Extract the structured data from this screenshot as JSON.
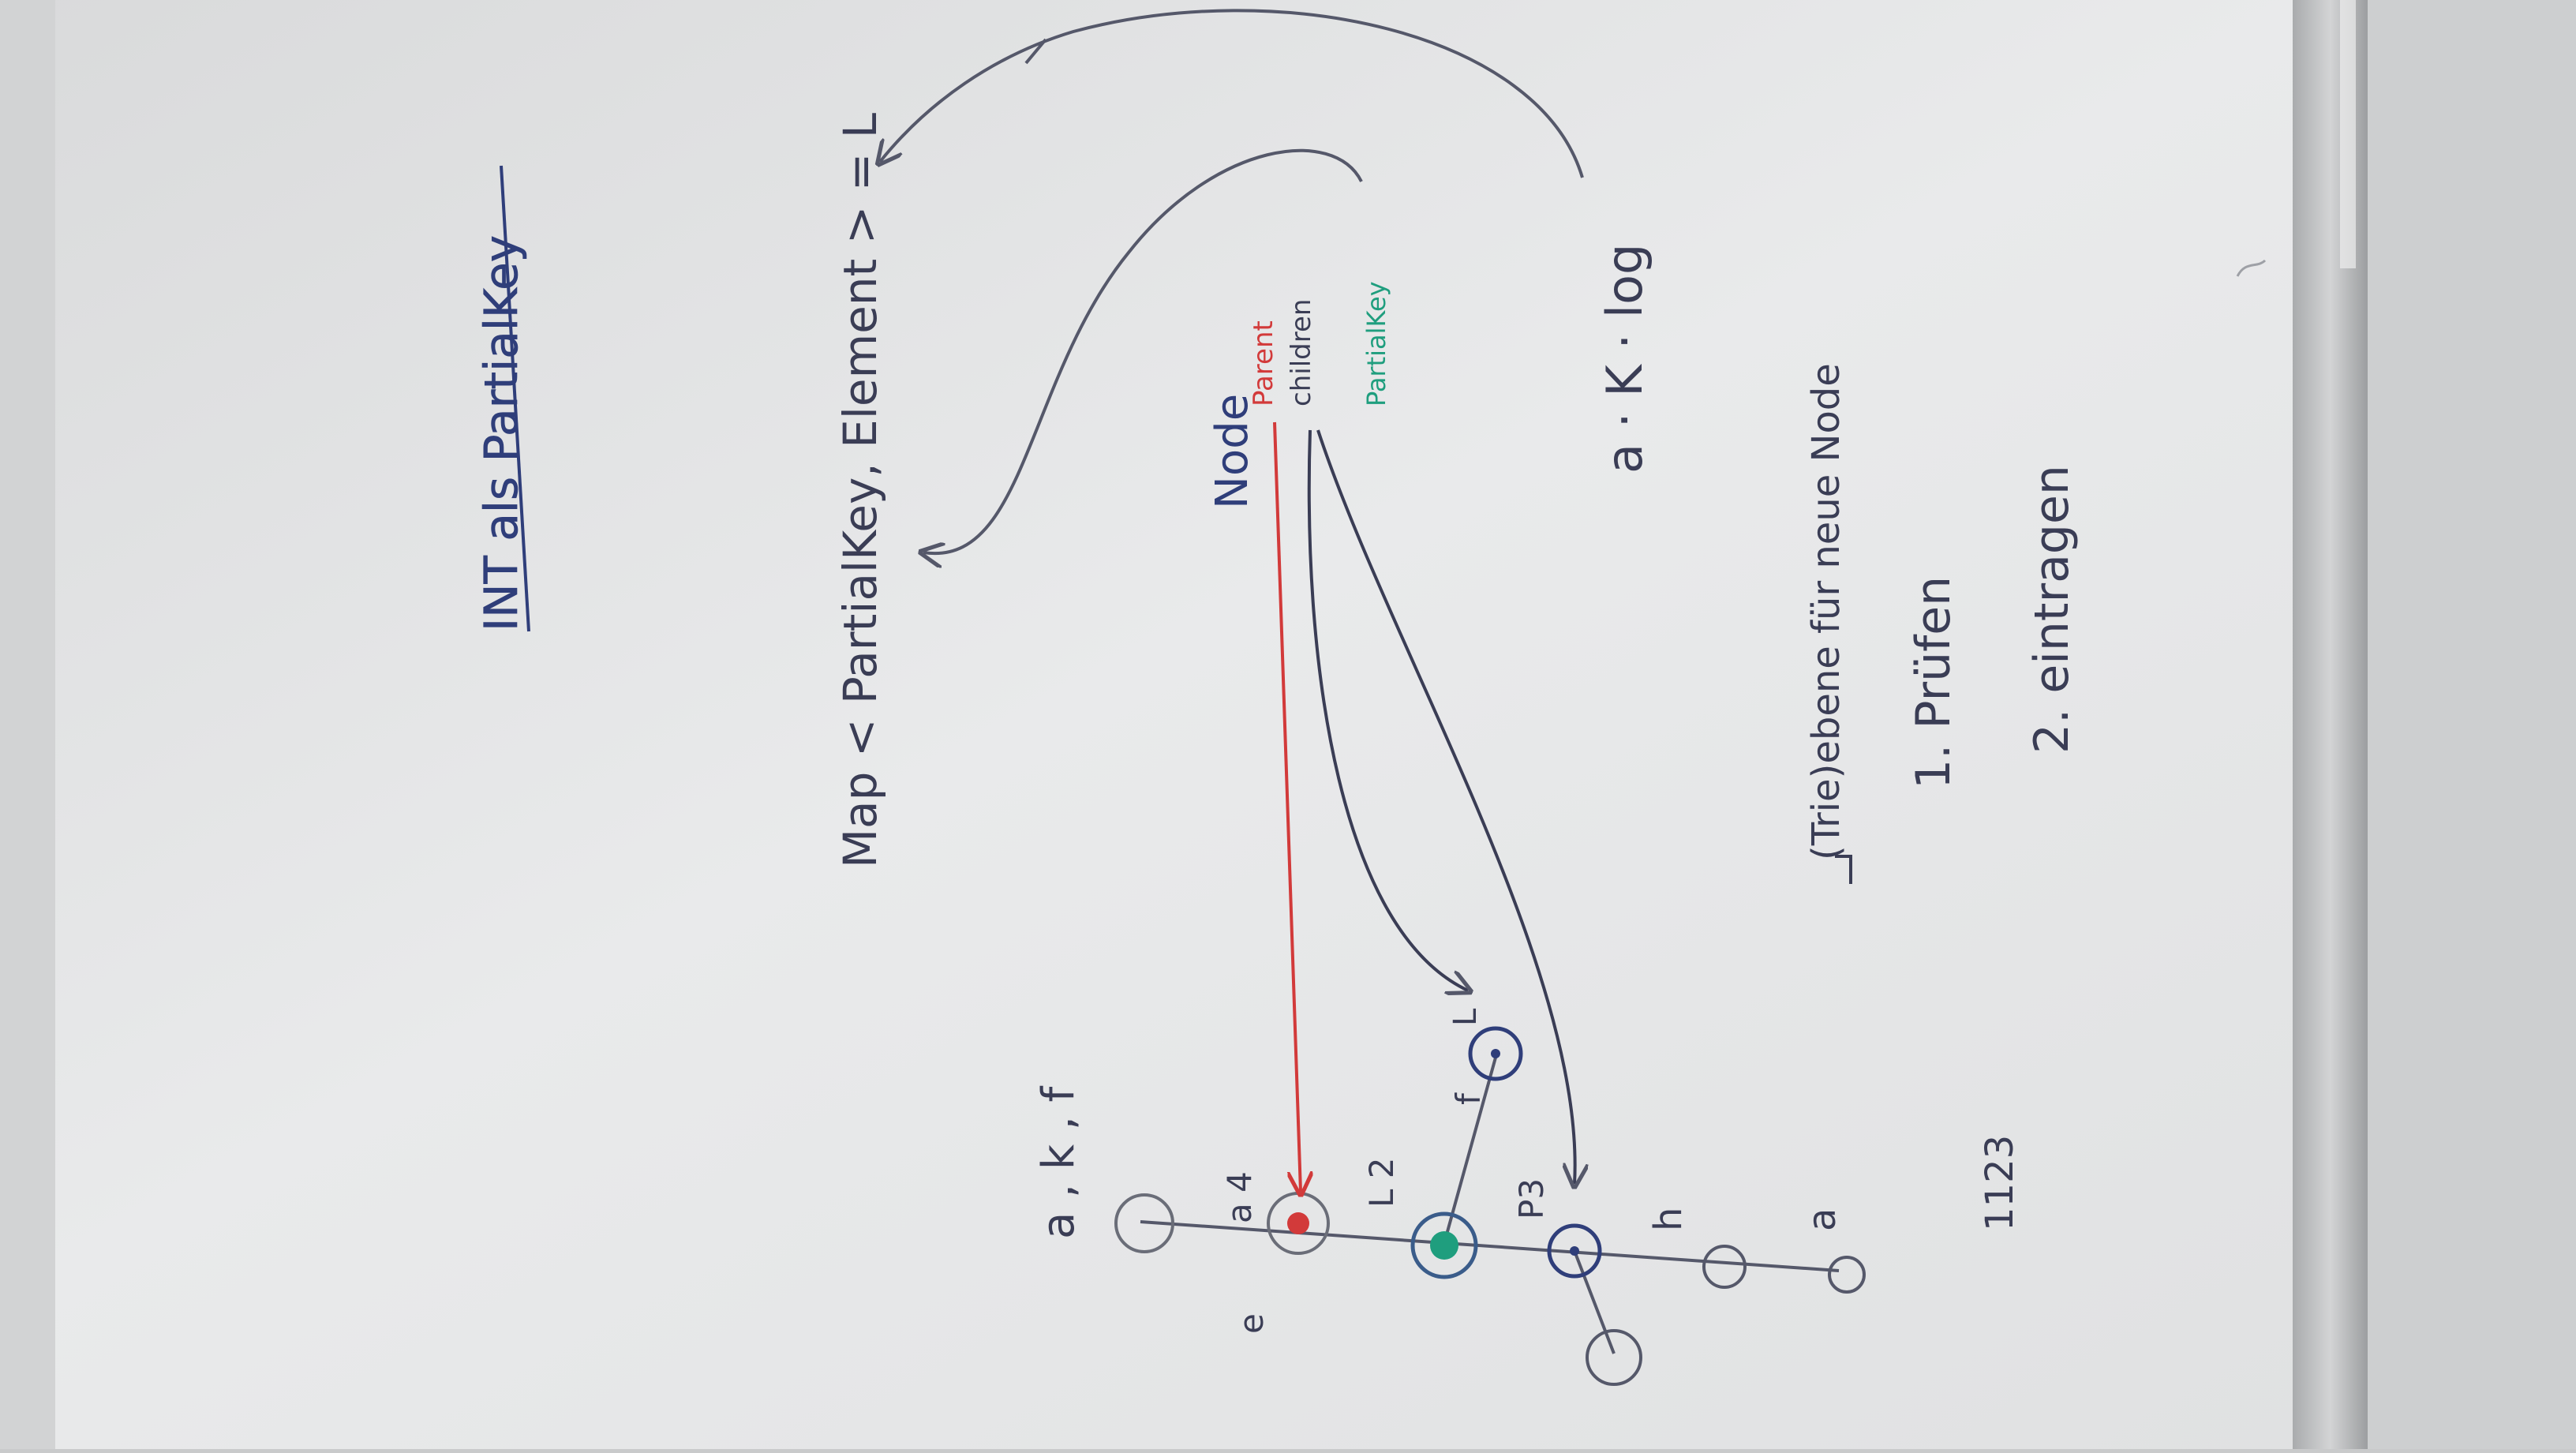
{
  "colors": {
    "board": "#e6e7e8",
    "frame": "#b8babc",
    "ink_blue": "#2f3e7a",
    "ink_dark": "#3a3d55",
    "ink_red": "#d23a3a",
    "ink_green": "#1f9e7e",
    "ink_gray": "#6a6d78"
  },
  "board": {
    "title": "INT als PartialKey",
    "map_text": "Map < PartialKey, Element > = L",
    "node_label": "Node",
    "field_parent": "Parent",
    "field_children": "children",
    "field_partialkey": "PartialKey",
    "a_k_log": "a · K · log",
    "trie_text": "(Trie)ebene für neue Node",
    "step_1": "1. Prüfen",
    "step_2": "2. eintragen",
    "tree_top_label": "a , k , f",
    "lbl_a4": "a 4",
    "lbl_l2": "L 2",
    "lbl_f": "f",
    "lbl_p3": "P3",
    "lbl_h": "h",
    "lbl_a": "a",
    "lbl_e": "e",
    "lbl_l": "L",
    "bottom_number": "1123"
  }
}
